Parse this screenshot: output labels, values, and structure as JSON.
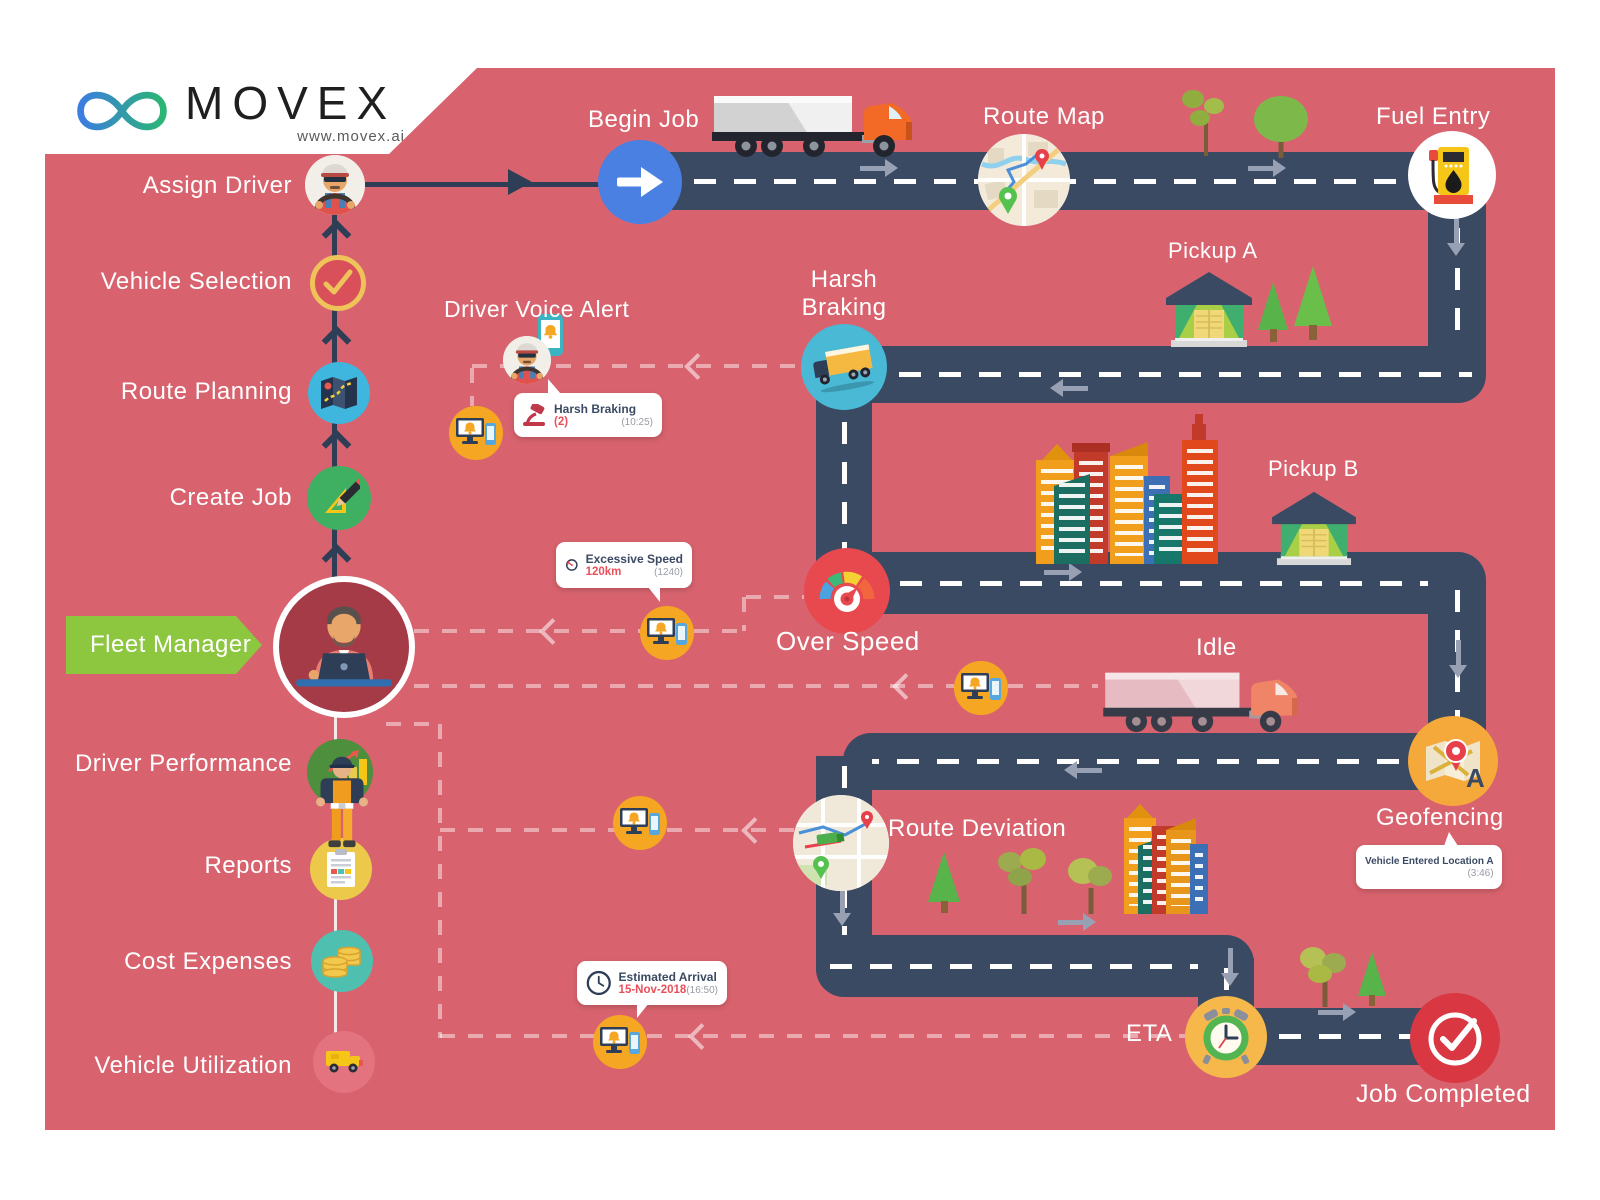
{
  "brand": {
    "name": "MOVEX",
    "url": "www.movex.ai"
  },
  "manager": {
    "label": "Fleet Manager"
  },
  "sidebar": {
    "items": [
      {
        "label": "Assign Driver"
      },
      {
        "label": "Vehicle Selection"
      },
      {
        "label": "Route Planning"
      },
      {
        "label": "Create Job"
      },
      {
        "label": "Driver Performance"
      },
      {
        "label": "Reports"
      },
      {
        "label": "Cost Expenses"
      },
      {
        "label": "Vehicle Utilization"
      }
    ]
  },
  "stages": {
    "begin_job": "Begin Job",
    "route_map": "Route Map",
    "fuel_entry": "Fuel Entry",
    "pickup_a": "Pickup A",
    "harsh_braking_line1": "Harsh",
    "harsh_braking_line2": "Braking",
    "driver_voice_alert": "Driver Voice Alert",
    "over_speed": "Over Speed",
    "pickup_b": "Pickup B",
    "idle": "Idle",
    "geofencing": "Geofencing",
    "route_deviation": "Route Deviation",
    "eta": "ETA",
    "job_completed": "Job Completed"
  },
  "alerts": {
    "harsh_braking": {
      "title": "Harsh Braking",
      "count": "(2)",
      "time": "(10:25)"
    },
    "excessive_speed": {
      "title": "Excessive Speed",
      "value": "120km",
      "time": "(1240)"
    },
    "estimated_arrival": {
      "title": "Estimated Arrival",
      "value": "15-Nov-2018",
      "time": "(16:50)"
    },
    "geofence": {
      "title": "Vehicle Entered Location A",
      "time": "(3:46)",
      "badge": "A"
    }
  },
  "colors": {
    "background": "#d8636e",
    "road": "#3a4a63",
    "brand_green": "#8dc63f",
    "alert_orange": "#f5a623",
    "begin_blue": "#4a80e2",
    "complete_red": "#d93843"
  }
}
